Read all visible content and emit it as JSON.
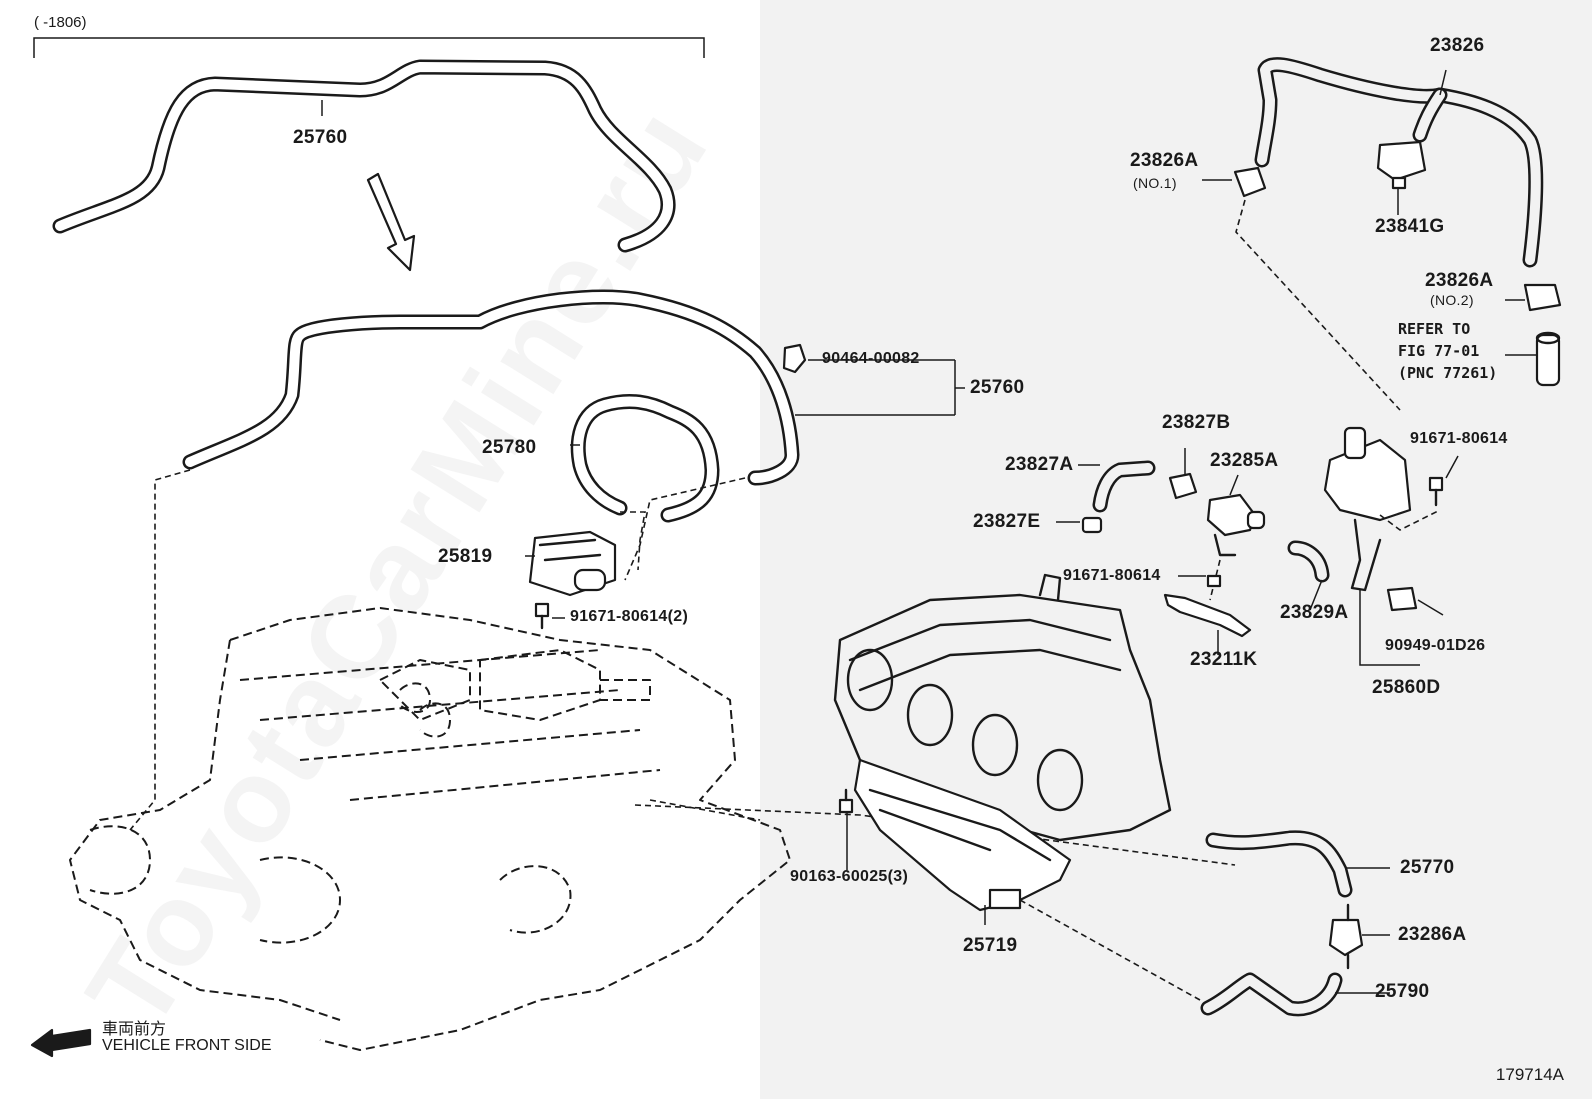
{
  "range_note": "(      -1806)",
  "figure_number": "179714A",
  "watermark": "ToyotaCarMine.ru",
  "front_side": {
    "jp": "車両前方",
    "en": "VEHICLE FRONT SIDE"
  },
  "refer_note": "REFER TO\nFIG 77-01\n(PNC 77261)",
  "parts": {
    "p25760_top": "25760",
    "p25760": "25760",
    "p90464": "90464-00082",
    "p25780": "25780",
    "p25819": "25819",
    "p91671_2": "91671-80614(2)",
    "p23826": "23826",
    "p23826A_1": "23826A",
    "p23826A_1_sub": "(NO.1)",
    "p23841G": "23841G",
    "p23826A_2": "23826A",
    "p23826A_2_sub": "(NO.2)",
    "p23827B": "23827B",
    "p23827A": "23827A",
    "p23285A": "23285A",
    "p23827E": "23827E",
    "p91671_a": "91671-80614",
    "p91671_b": "91671-80614",
    "p23211K": "23211K",
    "p23829A": "23829A",
    "p90949": "90949-01D26",
    "p25860D": "25860D",
    "p90163": "90163-60025(3)",
    "p25719": "25719",
    "p25770": "25770",
    "p23286A": "23286A",
    "p25790": "25790"
  }
}
